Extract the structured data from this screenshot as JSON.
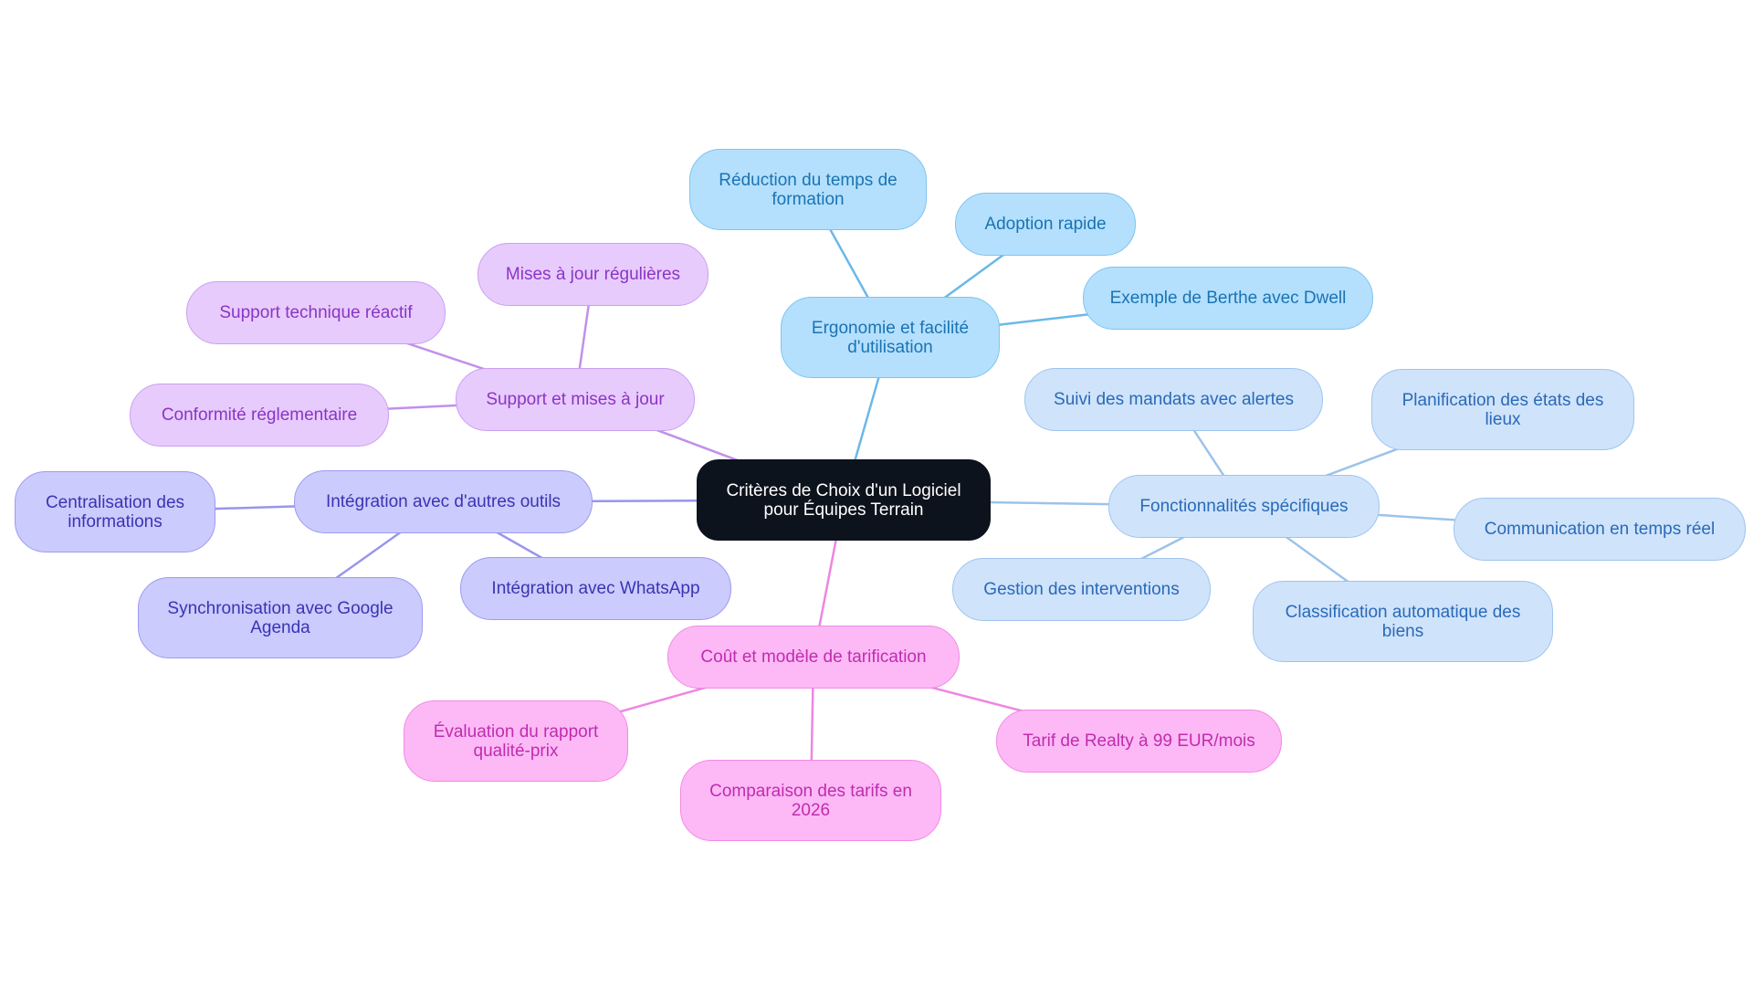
{
  "root": {
    "id": "root",
    "label": "Critères de Choix d'un Logiciel pour Équipes Terrain"
  },
  "colors": {
    "root": {
      "fill": "#0d131c",
      "border": "#0d131c",
      "text": "#ffffff"
    },
    "sky": {
      "fill": "#b4e0fd",
      "border": "#7ec4ee",
      "text": "#1a73b3",
      "link": "#6bb8e8"
    },
    "paleblue": {
      "fill": "#cfe3fb",
      "border": "#9fc4ef",
      "text": "#2a6ab7",
      "link": "#9cc3ea"
    },
    "lavender": {
      "fill": "#cbcbfd",
      "border": "#9d9bef",
      "text": "#3a34b3",
      "link": "#9896ea"
    },
    "violet": {
      "fill": "#e7cbfd",
      "border": "#caa0ef",
      "text": "#8a35c4",
      "link": "#c190ea"
    },
    "pink": {
      "fill": "#fdb9f6",
      "border": "#f08ae4",
      "text": "#c02cae",
      "link": "#ee86e0"
    }
  },
  "branches": [
    {
      "id": "ergonomie",
      "label": "Ergonomie et facilité d'utilisation",
      "color": "sky",
      "children": [
        {
          "id": "reduction",
          "label": "Réduction du temps de formation"
        },
        {
          "id": "adoption",
          "label": "Adoption rapide"
        },
        {
          "id": "berthe",
          "label": "Exemple de Berthe avec Dwell"
        }
      ]
    },
    {
      "id": "fonctionnalites",
      "label": "Fonctionnalités spécifiques",
      "color": "paleblue",
      "children": [
        {
          "id": "suivi",
          "label": "Suivi des mandats avec alertes"
        },
        {
          "id": "planification",
          "label": "Planification des états des lieux"
        },
        {
          "id": "communication",
          "label": "Communication en temps réel"
        },
        {
          "id": "classification",
          "label": "Classification automatique des biens"
        },
        {
          "id": "gestion",
          "label": "Gestion des interventions"
        }
      ]
    },
    {
      "id": "cout",
      "label": "Coût et modèle de tarification",
      "color": "pink",
      "children": [
        {
          "id": "tarif",
          "label": "Tarif de Realty à 99 EUR/mois"
        },
        {
          "id": "comparaison",
          "label": "Comparaison des tarifs en 2026"
        },
        {
          "id": "evaluation",
          "label": "Évaluation du rapport qualité-prix"
        }
      ]
    },
    {
      "id": "integration",
      "label": "Intégration avec d'autres outils",
      "color": "lavender",
      "children": [
        {
          "id": "whatsapp",
          "label": "Intégration avec WhatsApp"
        },
        {
          "id": "google",
          "label": "Synchronisation avec Google Agenda"
        },
        {
          "id": "centralisation",
          "label": "Centralisation des informations"
        }
      ]
    },
    {
      "id": "support",
      "label": "Support et mises à jour",
      "color": "violet",
      "children": [
        {
          "id": "miseajour",
          "label": "Mises à jour régulières"
        },
        {
          "id": "technique",
          "label": "Support technique réactif"
        },
        {
          "id": "conformite",
          "label": "Conformité réglementaire"
        }
      ]
    }
  ]
}
